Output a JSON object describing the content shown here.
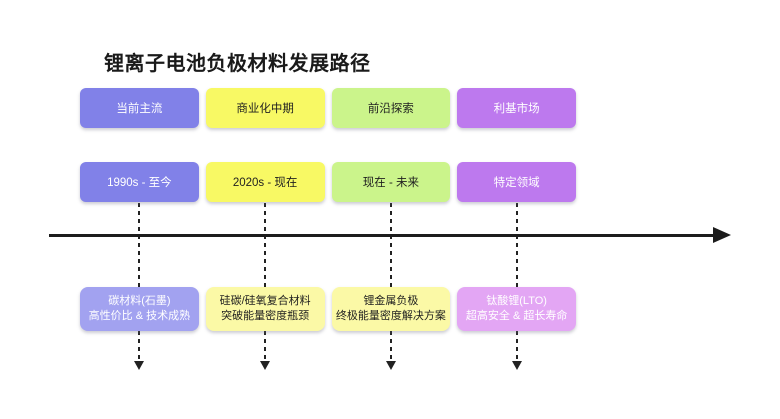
{
  "title": "锂离子电池负极材料发展路径",
  "timeline": {
    "axis_color": "#1c1c1c",
    "connector_color": "#222222"
  },
  "columns": [
    {
      "stage": "当前主流",
      "period": "1990s - 至今",
      "material_title": "碳材料(石墨)",
      "material_desc": "高性价比 & 技术成熟",
      "color_main": "#8181e8",
      "color_light": "#a2a2f0",
      "text_on_main": "#ffffff",
      "text_on_light": "#ffffff"
    },
    {
      "stage": "商业化中期",
      "period": "2020s - 现在",
      "material_title": "硅碳/硅氧复合材料",
      "material_desc": "突破能量密度瓶颈",
      "color_main": "#f8f964",
      "color_light": "#fbf9a6",
      "text_on_main": "#1f1f1f",
      "text_on_light": "#1f1f1f"
    },
    {
      "stage": "前沿探索",
      "period": "现在 - 未来",
      "material_title": "锂金属负极",
      "material_desc": "终极能量密度解决方案",
      "color_main": "#cbf48b",
      "color_light": "#fbf9a6",
      "text_on_main": "#1f1f1f",
      "text_on_light": "#1f1f1f"
    },
    {
      "stage": "利基市场",
      "period": "特定领域",
      "material_title": "钛酸锂(LTO)",
      "material_desc": "超高安全 & 超长寿命",
      "color_main": "#bd79ee",
      "color_light": "#e3a6f4",
      "text_on_main": "#ffffff",
      "text_on_light": "#ffffff"
    }
  ]
}
